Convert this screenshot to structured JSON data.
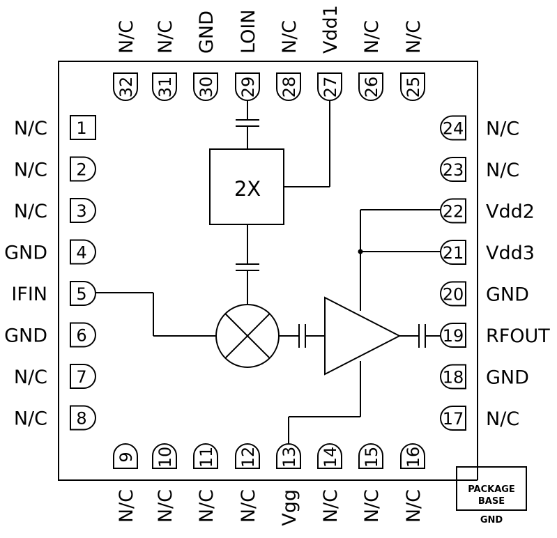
{
  "colors": {
    "line": "#000000",
    "background": "#ffffff"
  },
  "chip": {
    "doubler_label": "2X",
    "package_base": [
      "PACKAGE",
      "BASE"
    ],
    "package_base_pin": "GND"
  },
  "pins": {
    "left": [
      {
        "num": "1",
        "label": "N/C",
        "shape": "square"
      },
      {
        "num": "2",
        "label": "N/C",
        "shape": "d"
      },
      {
        "num": "3",
        "label": "N/C",
        "shape": "d"
      },
      {
        "num": "4",
        "label": "GND",
        "shape": "d"
      },
      {
        "num": "5",
        "label": "IFIN",
        "shape": "d"
      },
      {
        "num": "6",
        "label": "GND",
        "shape": "d"
      },
      {
        "num": "7",
        "label": "N/C",
        "shape": "d"
      },
      {
        "num": "8",
        "label": "N/C",
        "shape": "d"
      }
    ],
    "bottom": [
      {
        "num": "9",
        "label": "N/C"
      },
      {
        "num": "10",
        "label": "N/C"
      },
      {
        "num": "11",
        "label": "N/C"
      },
      {
        "num": "12",
        "label": "N/C"
      },
      {
        "num": "13",
        "label": "Vgg"
      },
      {
        "num": "14",
        "label": "N/C"
      },
      {
        "num": "15",
        "label": "N/C"
      },
      {
        "num": "16",
        "label": "N/C"
      }
    ],
    "right": [
      {
        "num": "17",
        "label": "N/C"
      },
      {
        "num": "18",
        "label": "GND"
      },
      {
        "num": "19",
        "label": "RFOUT"
      },
      {
        "num": "20",
        "label": "GND"
      },
      {
        "num": "21",
        "label": "Vdd3"
      },
      {
        "num": "22",
        "label": "Vdd2"
      },
      {
        "num": "23",
        "label": "N/C"
      },
      {
        "num": "24",
        "label": "N/C"
      }
    ],
    "top": [
      {
        "num": "25",
        "label": "N/C"
      },
      {
        "num": "26",
        "label": "N/C"
      },
      {
        "num": "27",
        "label": "Vdd1"
      },
      {
        "num": "28",
        "label": "N/C"
      },
      {
        "num": "29",
        "label": "LOIN"
      },
      {
        "num": "30",
        "label": "GND"
      },
      {
        "num": "31",
        "label": "N/C"
      },
      {
        "num": "32",
        "label": "N/C"
      }
    ]
  }
}
